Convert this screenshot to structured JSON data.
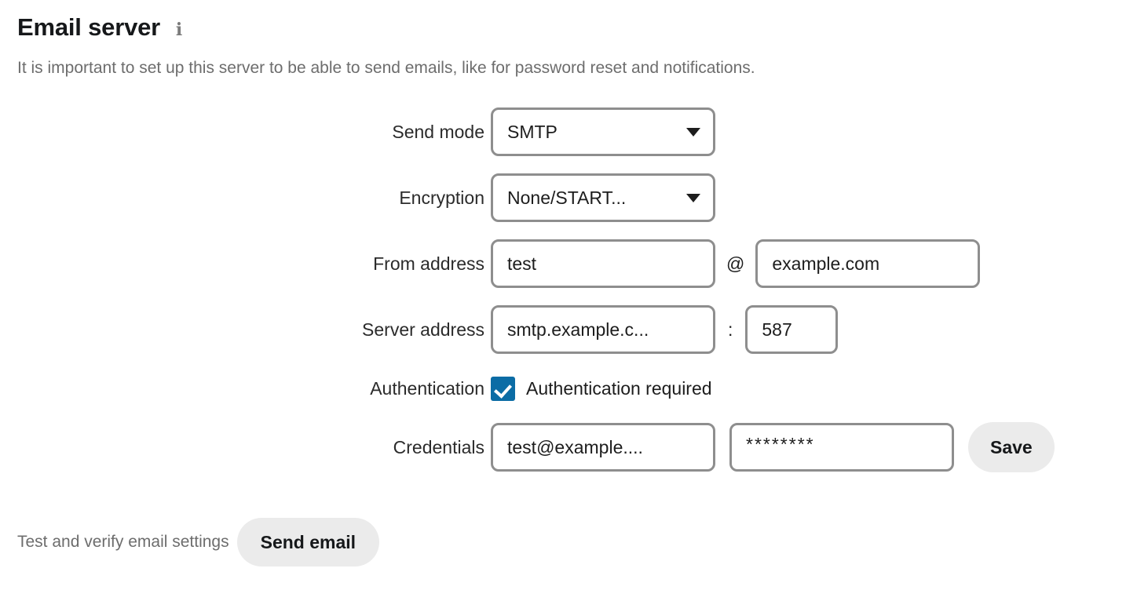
{
  "header": {
    "title": "Email server",
    "info_icon": "info-icon",
    "description": "It is important to set up this server to be able to send emails, like for password reset and notifications."
  },
  "form": {
    "rows": [
      {
        "label": "Send mode",
        "value": "SMTP"
      },
      {
        "label": "Encryption",
        "value": "None/START..."
      },
      {
        "label": "From address",
        "value": "test",
        "separator": "@",
        "value2": "example.com"
      },
      {
        "label": "Server address",
        "value": "smtp.example.c...",
        "separator": ":",
        "value2": "587"
      },
      {
        "label": "Authentication",
        "checkbox_label": "Authentication required",
        "checked": true
      },
      {
        "label": "Credentials",
        "value": "test@example....",
        "value2": "********"
      }
    ],
    "save_label": "Save"
  },
  "footer": {
    "label": "Test and verify email settings",
    "send_email_label": "Send email"
  },
  "colors": {
    "checkbox_blue": "#0b6ca5",
    "field_border": "#8e8e8e",
    "button_bg": "#ebebeb",
    "muted_text": "#6d6d6d"
  }
}
